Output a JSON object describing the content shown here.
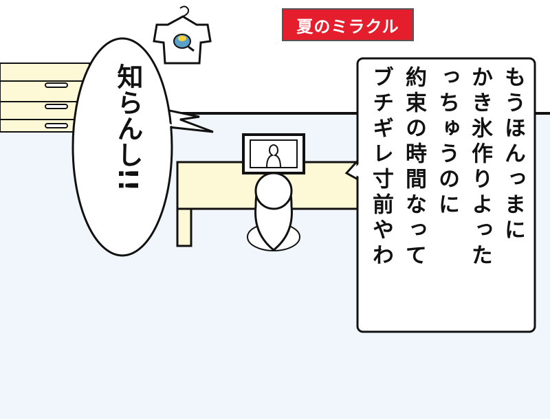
{
  "sign": {
    "text": "夏のミラクル",
    "color": "#e41e2d"
  },
  "shout_bubble": {
    "text": "知らんし!!"
  },
  "speech_box": {
    "lines": [
      "もうほんっまに",
      "かき氷作りよった",
      "っちゅうのに",
      "約束の時間なって",
      "ブチギレ寸前やわ"
    ]
  },
  "colors": {
    "wall": "#ffffff",
    "floor": "#f0f6fb",
    "desk": "#fdf8d6",
    "drawers": "#fdf8d6"
  }
}
